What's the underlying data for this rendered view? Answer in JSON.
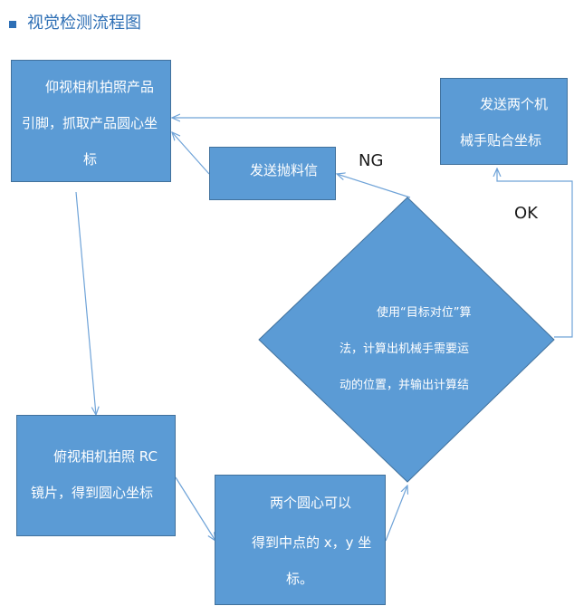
{
  "header": {
    "title": "视觉检测流程图"
  },
  "nodes": {
    "top_camera": {
      "lines": [
        "仰视相机拍照产品",
        "引脚，抓取产品圆心坐",
        "标"
      ]
    },
    "send_coords": {
      "lines": [
        "发送两个机",
        "械手贴合坐标"
      ]
    },
    "reject_signal": {
      "lines": [
        "发送抛料信"
      ]
    },
    "bottom_camera": {
      "lines": [
        "俯视相机拍照 RC",
        "镜片，得到圆心坐标"
      ]
    },
    "midpoint": {
      "lines": [
        "两个圆心可以",
        "得到中点的 x，y 坐",
        "标。"
      ]
    },
    "decision": {
      "lines": [
        "使用“目标对位”算",
        "法，计算出机械手需要运",
        "动的位置，并输出计算结"
      ]
    }
  },
  "edge_labels": {
    "ng": "NG",
    "ok": "OK"
  },
  "colors": {
    "box_fill": "#5b9bd5",
    "box_border": "#41719c",
    "connector": "#6fa3d8",
    "title": "#2e6fb5"
  }
}
